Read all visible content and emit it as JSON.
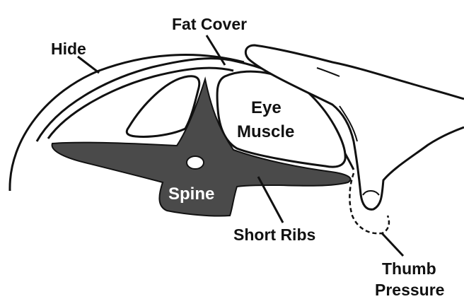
{
  "colors": {
    "ink": "#111111",
    "shaded": "#4a4a4a",
    "background": "#ffffff"
  },
  "labels": {
    "fat_cover": "Fat Cover",
    "hide": "Hide",
    "eye_muscle_line1": "Eye",
    "eye_muscle_line2": "Muscle",
    "spine": "Spine",
    "short_ribs": "Short Ribs",
    "thumb_pressure_line1": "Thumb",
    "thumb_pressure_line2": "Pressure"
  }
}
